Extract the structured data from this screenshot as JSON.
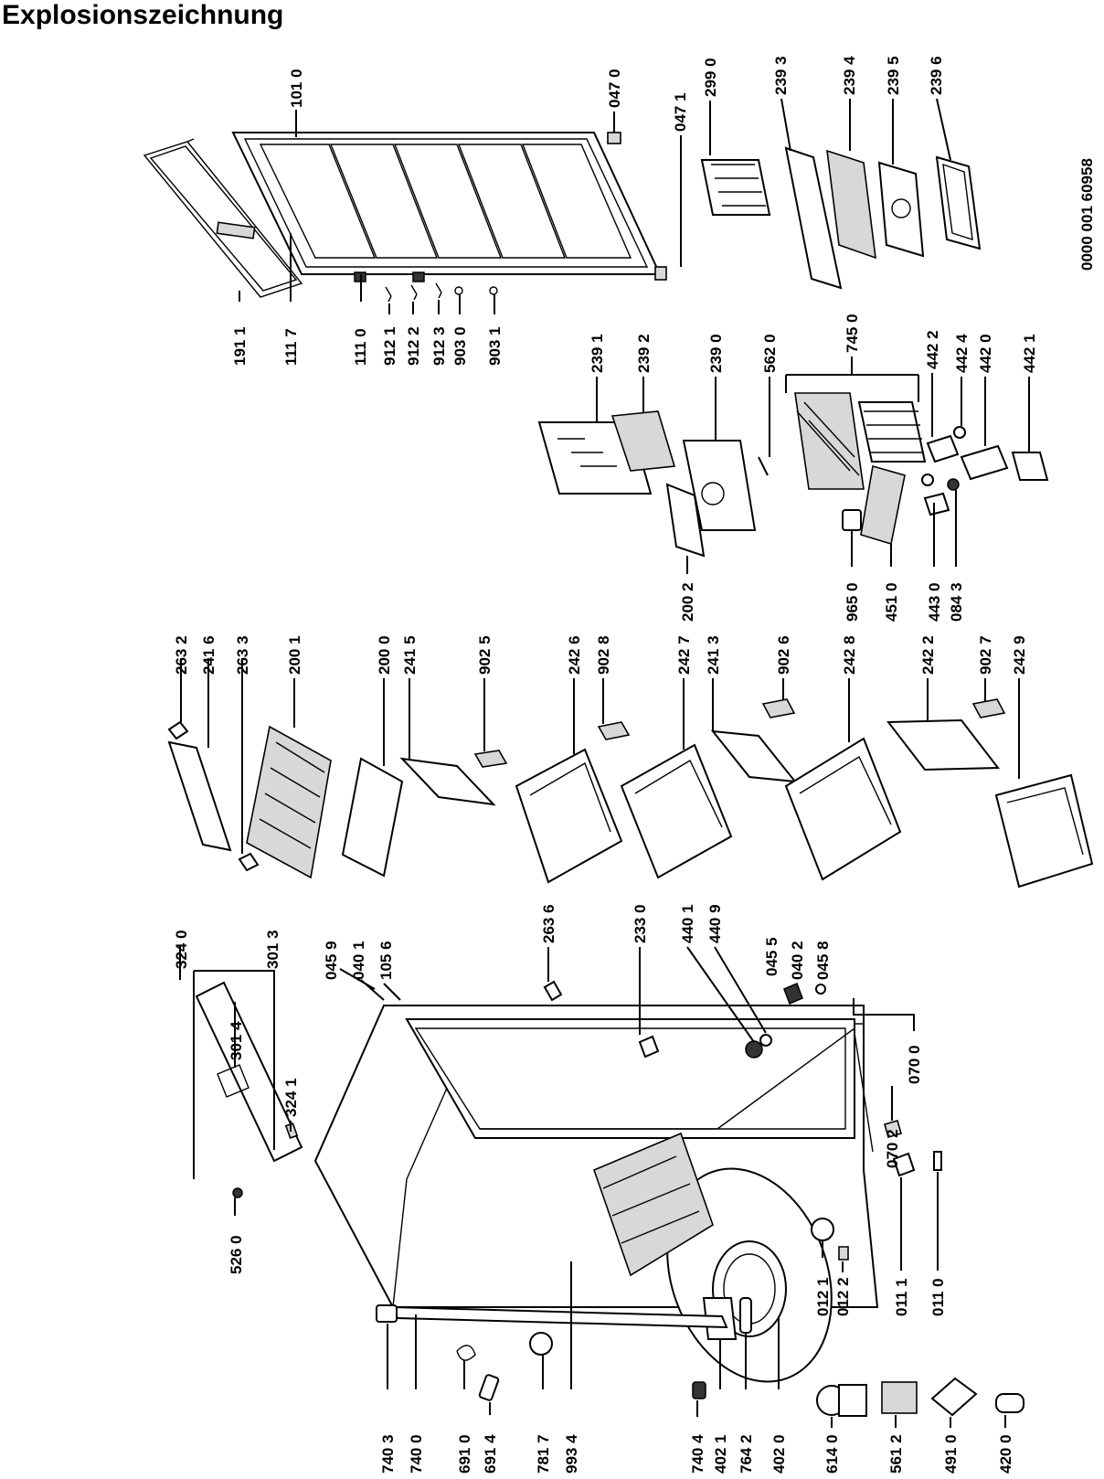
{
  "title": "Explosionszeichnung",
  "doc_number": "0000 001 60958",
  "labels": {
    "p1010": "101 0",
    "p0470": "047 0",
    "p0471": "047 1",
    "p2990": "299 0",
    "p2393": "239 3",
    "p2394": "239 4",
    "p2395": "239 5",
    "p2396": "239 6",
    "p1911": "191 1",
    "p1117": "111 7",
    "p1110": "111 0",
    "p9121": "912 1",
    "p9122": "912 2",
    "p9123": "912 3",
    "p9030": "903 0",
    "p9031": "903 1",
    "p2391": "239 1",
    "p2392": "239 2",
    "p2390": "239 0",
    "p5620": "562 0",
    "p7450": "745 0",
    "p4422": "442 2",
    "p4424": "442 4",
    "p4420": "442 0",
    "p4421": "442 1",
    "p2002": "200 2",
    "p9650": "965 0",
    "p4510": "451 0",
    "p4430": "443 0",
    "p0843": "084 3",
    "p2632": "263 2",
    "p2416": "241 6",
    "p2633": "263 3",
    "p2001": "200 1",
    "p2000": "200 0",
    "p2415": "241 5",
    "p9025": "902 5",
    "p2426": "242 6",
    "p9028": "902 8",
    "p2427": "242 7",
    "p2413": "241 3",
    "p9026": "902 6",
    "p2428": "242 8",
    "p2422": "242 2",
    "p9027": "902 7",
    "p2429": "242 9",
    "p3240": "324 0",
    "p3013": "301 3",
    "p3014": "301 4",
    "p3241": "324 1",
    "p5260": "526 0",
    "p0459": "045 9",
    "p0401": "040 1",
    "p1056": "105 6",
    "p2636": "263 6",
    "p2330": "233 0",
    "p4401": "440 1",
    "p4409": "440 9",
    "p0455": "045 5",
    "p0402": "040 2",
    "p0458": "045 8",
    "p0700": "070 0",
    "p0702": "070 2",
    "p0121": "012 1",
    "p0122": "012 2",
    "p0111": "011 1",
    "p0110": "011 0",
    "p7403": "740 3",
    "p7400": "740 0",
    "p6910": "691 0",
    "p6914": "691 4",
    "p7817": "781 7",
    "p9934": "993 4",
    "p7404": "740 4",
    "p4021": "402 1",
    "p7642": "764 2",
    "p4020": "402 0",
    "p6140": "614 0",
    "p5612": "561 2",
    "p4910": "491 0",
    "p4200": "420 0"
  }
}
